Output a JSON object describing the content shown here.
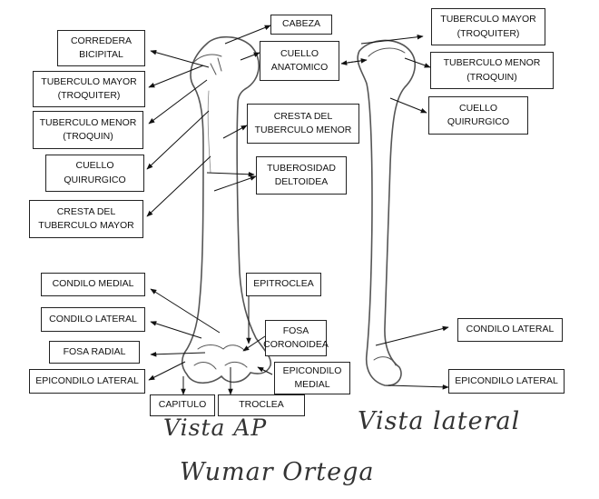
{
  "labels": {
    "cabeza": "CABEZA",
    "cuello_anatomico": "CUELLO\nANATOMICO",
    "corredera_bicipital": "CORREDERA\nBICIPITAL",
    "tuberculo_mayor_ap": "TUBERCULO MAYOR\n(TROQUITER)",
    "tuberculo_menor_ap": "TUBERCULO MENOR\n(TROQUIN)",
    "cuello_quirurgico_ap": "CUELLO\nQUIRURGICO",
    "cresta_tuberculo_mayor": "CRESTA DEL\nTUBERCULO MAYOR",
    "cresta_tuberculo_menor": "CRESTA DEL\nTUBERCULO MENOR",
    "tuberosidad_deltoidea": "TUBEROSIDAD\nDELTOIDEA",
    "tuberculo_mayor_lat": "TUBERCULO MAYOR\n(TROQUITER)",
    "tuberculo_menor_lat": "TUBERCULO MENOR\n(TROQUIN)",
    "cuello_quirurgico_lat": "CUELLO\nQUIRURGICO",
    "condilo_medial": "CONDILO MEDIAL",
    "condilo_lateral_ap": "CONDILO LATERAL",
    "fosa_radial": "FOSA RADIAL",
    "epicondilo_lateral_ap": "EPICONDILO LATERAL",
    "epitroclea": "EPITROCLEA",
    "fosa_coronoidea": "FOSA\nCORONOIDEA",
    "epicondilo_medial": "EPICONDILO\nMEDIAL",
    "capitulo": "CAPITULO",
    "troclea": "TROCLEA",
    "condilo_lateral_lat": "CONDILO LATERAL",
    "epicondilo_lateral_lat": "EPICONDILO LATERAL"
  },
  "handwriting": {
    "vista_ap": "Vista AP",
    "vista_lateral": "Vista lateral",
    "author": "Wumar Ortega"
  }
}
